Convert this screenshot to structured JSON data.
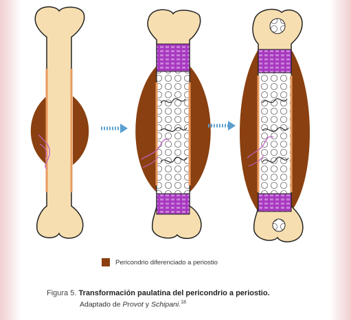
{
  "legend": {
    "label": "Pericondrio diferenciado a periostio",
    "swatch_color": "#8a4010"
  },
  "caption": {
    "figure_number": "Figura 5.",
    "title": "Transformación paulatina del pericondrio a periostio.",
    "adapted_prefix": "Adaptado de",
    "author1": "Provot",
    "conjunction": "y",
    "author2": "Schipani.",
    "reference": "18"
  },
  "colors": {
    "cartilage": "#f6deb0",
    "periosteum": "#8a4010",
    "perichondrium": "#e89a5e",
    "growth_plate": "#9a30b0",
    "vessel": "#c060c0",
    "arrow": "#5a9fd0"
  },
  "icons": [
    "arrow-right-icon",
    "arrow-right-icon"
  ]
}
